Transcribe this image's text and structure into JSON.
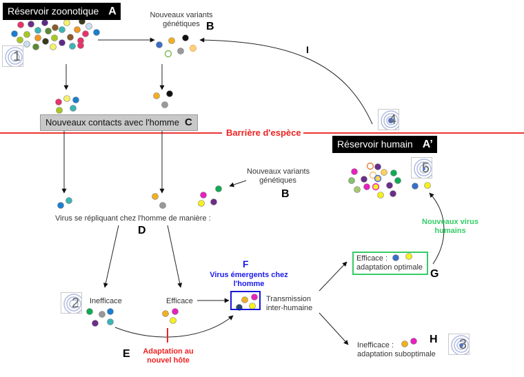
{
  "colors": {
    "barrier": "#ee2222",
    "emergent_box": "#1515d8",
    "optimal_box": "#33cc66",
    "arrow": "#222222"
  },
  "reservoir_zoonotic": {
    "label": "Réservoir zoonotique",
    "letter": "A"
  },
  "reservoir_human": {
    "label": "Réservoir humain",
    "letter": "A’"
  },
  "variants_top": {
    "line1": "Nouveaux variants",
    "line2": "génétiques",
    "letter": "B"
  },
  "variants_mid": {
    "line1": "Nouveaux variants",
    "line2": "génétiques",
    "letter": "B"
  },
  "contacts": {
    "label": "Nouveaux contacts avec l'homme",
    "letter": "C"
  },
  "barrier": {
    "label": "Barrière d'espèce"
  },
  "replicating": {
    "label": "Virus se répliquant chez l'homme de manière :",
    "letter": "D"
  },
  "inefficient": {
    "label": "Inefficace"
  },
  "efficient": {
    "label": "Efficace"
  },
  "adaptation": {
    "letter": "E",
    "line1": "Adaptation au",
    "line2": "nouvel hôte"
  },
  "emergent": {
    "letter": "F",
    "line1": "Virus émergents chez",
    "line2": "l'homme"
  },
  "transmission": {
    "line1": "Transmission",
    "line2": "inter-humaine"
  },
  "optimal": {
    "line1": "Efficace :",
    "line2": "adaptation optimale",
    "letter": "G"
  },
  "new_human_virus": {
    "line1": "Nouveaux virus",
    "line2": "humains"
  },
  "suboptimal": {
    "line1": "Inefficace :",
    "line2": "adaptation suboptimale",
    "letter": "H"
  },
  "arc_label": {
    "letter": "I"
  },
  "steps": [
    {
      "num": "1",
      "icon": "rings-icon"
    },
    {
      "num": "2",
      "icon": "rings-icon"
    },
    {
      "num": "3",
      "icon": "rings-icon"
    },
    {
      "num": "4",
      "icon": "rings-icon"
    },
    {
      "num": "5",
      "icon": "rings-icon"
    }
  ],
  "virus_groups": {
    "zoonotic_reservoir": [
      "#e8336a",
      "#6b2d8a",
      "#5b2a86",
      "#3bb5b5",
      "#5a8a32",
      "#8b5a2b",
      "#3bb5b5",
      "#f5f06a",
      "#f09820",
      "#3a3a1a",
      "#c9dff0",
      "#1a7fd0",
      "#a8c820",
      "#f09820",
      "#a8c820",
      "#8b5a2b",
      "#e8336a",
      "#1a7fd0",
      "#a8c820",
      "#c9dff0",
      "#3a3a1a",
      "#5a8a32",
      "#f5f06a",
      "#5b2a86",
      "#e8336a",
      "#3bb5b5",
      "#e8336a"
    ],
    "variants_top": [
      "#3a6fc8",
      "#f0b020",
      "#111111",
      "#ffffff",
      "#999999",
      "#ffd080"
    ],
    "contacts_zoonotic": [
      "#e8336a",
      "#f5f06a",
      "#1a7fd0",
      "#a8c820",
      "#3bb5b5"
    ],
    "contacts_variants": [
      "#f0b020",
      "#111111",
      "#999999"
    ],
    "replicating_left": [
      "#1a7fd0",
      "#3bb5b5"
    ],
    "replicating_mid": [
      "#f0b020",
      "#999999"
    ],
    "replicating_right": [
      "#11aa55",
      "#e820c0",
      "#f5f020",
      "#6b2d8a"
    ],
    "inefficient": [
      "#11aa55",
      "#999999",
      "#1a7fd0",
      "#6b2d8a",
      "#3bb5b5"
    ],
    "efficient": [
      "#f0b020",
      "#e820c0",
      "#f5f020"
    ],
    "emergent": [
      "#f0b020",
      "#e820c0",
      "#2a4a6a",
      "#f5f020"
    ],
    "human_reservoir": [
      "#ffffff",
      "#6b2d8a",
      "#ffd060",
      "#11aa55",
      "#e820c0",
      "#ffffff",
      "#6b2d8a",
      "#88c070",
      "#ffd060",
      "#11aa55",
      "#a8c870",
      "#e820c0",
      "#f5f020",
      "#6b2d8a",
      "#f5f020",
      "#6b2d8a"
    ],
    "new_human": [
      "#3a6fc8",
      "#f5f020"
    ],
    "optimal": [
      "#3a6fc8",
      "#f5f020"
    ],
    "suboptimal": [
      "#f0b020",
      "#e820c0"
    ]
  }
}
